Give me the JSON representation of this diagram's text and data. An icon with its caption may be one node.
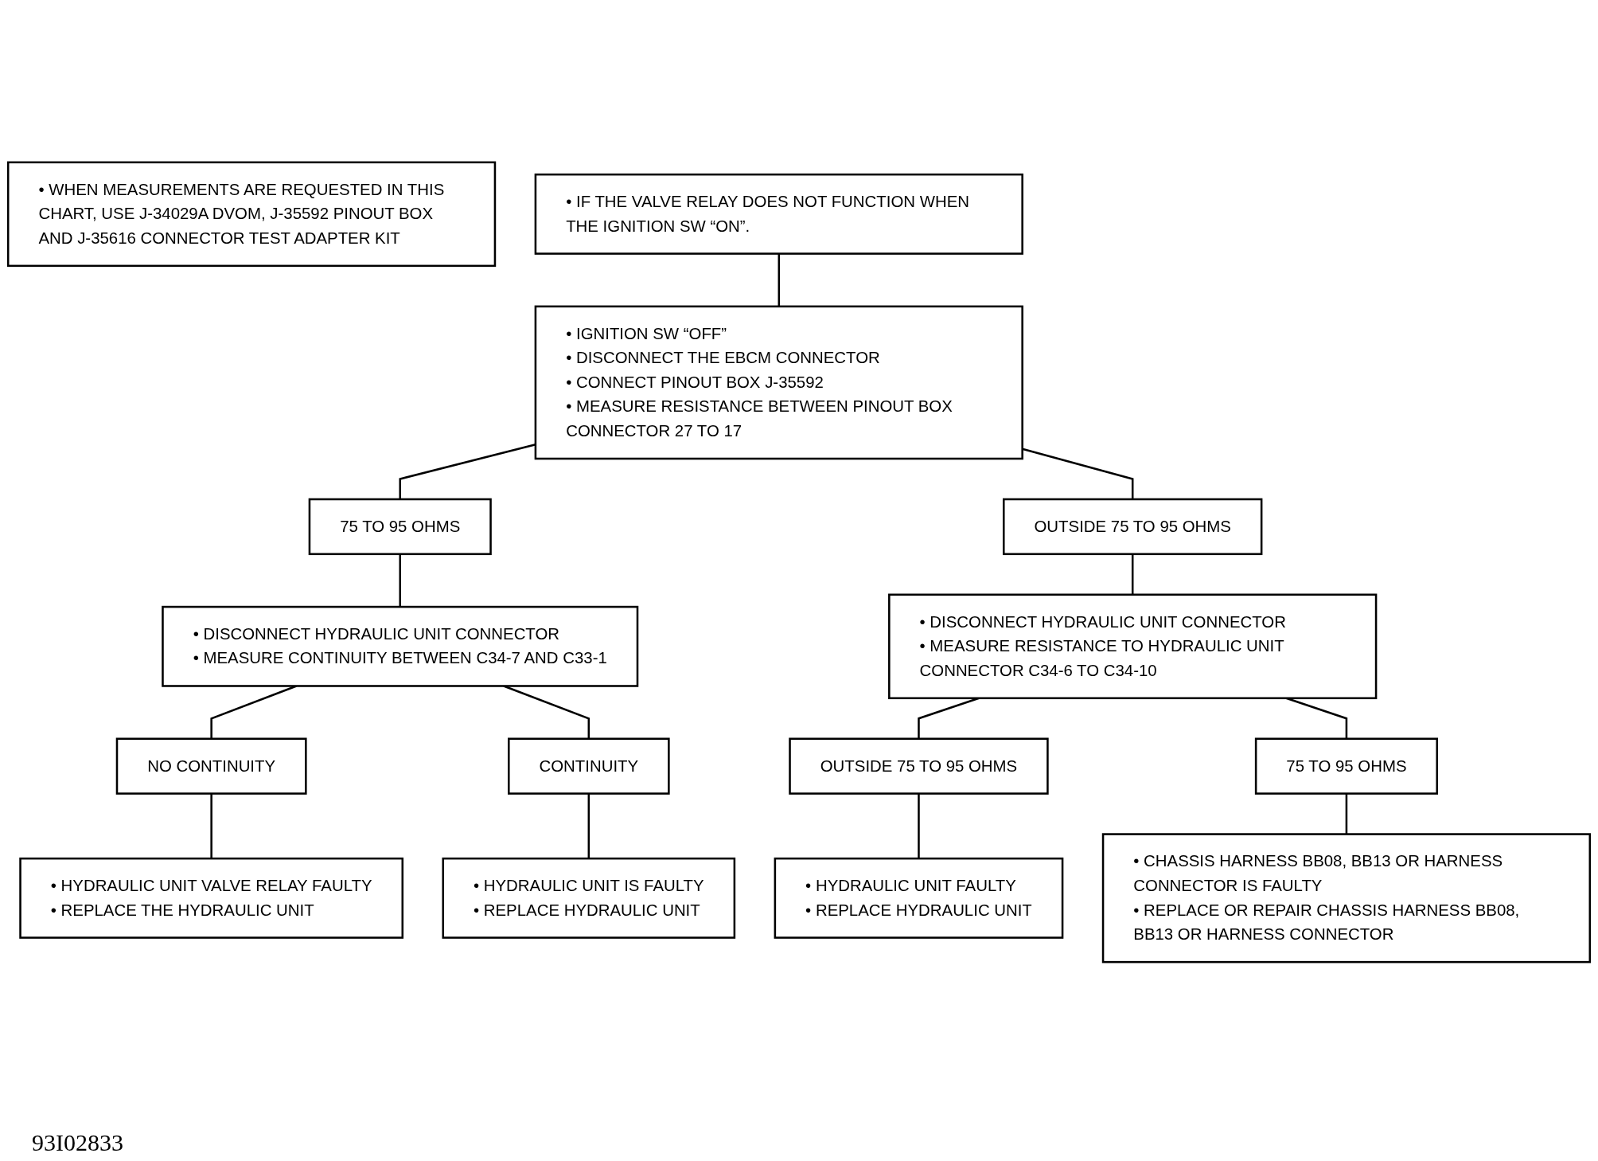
{
  "diagram": {
    "nodes": [
      {
        "text": [
          "• WHEN MEASUREMENTS ARE REQUESTED IN THIS CHART, USE J-34029A DVOM, J-35592 PINOUT BOX AND J-35616 CONNECTOR TEST ADAPTER KIT"
        ]
      },
      {
        "text": [
          "• IF THE VALVE RELAY DOES NOT FUNCTION WHEN THE IGNITION SW “ON”."
        ]
      },
      {
        "text": [
          "• IGNITION SW “OFF”",
          "• DISCONNECT THE EBCM CONNECTOR",
          "• CONNECT PINOUT BOX J-35592",
          "• MEASURE RESISTANCE BETWEEN PINOUT BOX CONNECTOR 27 TO 17"
        ]
      },
      {
        "text": [
          "75 TO 95 OHMS"
        ]
      },
      {
        "text": [
          "OUTSIDE 75 TO 95 OHMS"
        ]
      },
      {
        "text": [
          "• DISCONNECT HYDRAULIC UNIT CONNECTOR",
          "• MEASURE CONTINUITY BETWEEN C34-7 AND C33-1"
        ]
      },
      {
        "text": [
          "• DISCONNECT HYDRAULIC UNIT CONNECTOR",
          "• MEASURE RESISTANCE TO HYDRAULIC UNIT CONNECTOR C34-6 TO C34-10"
        ]
      },
      {
        "text": [
          "NO CONTINUITY"
        ]
      },
      {
        "text": [
          "CONTINUITY"
        ]
      },
      {
        "text": [
          "OUTSIDE 75 TO 95 OHMS"
        ]
      },
      {
        "text": [
          "75 TO 95 OHMS"
        ]
      },
      {
        "text": [
          "• HYDRAULIC UNIT VALVE RELAY FAULTY",
          "• REPLACE THE HYDRAULIC UNIT"
        ]
      },
      {
        "text": [
          "• HYDRAULIC UNIT IS FAULTY",
          "• REPLACE HYDRAULIC UNIT"
        ]
      },
      {
        "text": [
          "• HYDRAULIC UNIT FAULTY",
          "• REPLACE HYDRAULIC UNIT"
        ]
      },
      {
        "text": [
          "• CHASSIS HARNESS BB08, BB13 OR HARNESS CONNECTOR IS FAULTY",
          "• REPLACE OR REPAIR CHASSIS HARNESS BB08, BB13 OR HARNESS CONNECTOR"
        ]
      }
    ],
    "edges": [
      {
        "from": 1,
        "to": 2,
        "arrow": "none"
      },
      {
        "from": 2,
        "to": 3,
        "arrow": "none"
      },
      {
        "from": 2,
        "to": 4,
        "arrow": "none"
      },
      {
        "from": 3,
        "to": 5,
        "arrow": "none"
      },
      {
        "from": 4,
        "to": 6,
        "arrow": "none"
      },
      {
        "from": 5,
        "to": 7,
        "arrow": "none"
      },
      {
        "from": 5,
        "to": 8,
        "arrow": "none"
      },
      {
        "from": 6,
        "to": 9,
        "arrow": "none"
      },
      {
        "from": 6,
        "to": 10,
        "arrow": "none"
      },
      {
        "from": 7,
        "to": 11,
        "arrow": "none"
      },
      {
        "from": 8,
        "to": 12,
        "arrow": "none"
      },
      {
        "from": 9,
        "to": 13,
        "arrow": "none"
      },
      {
        "from": 10,
        "to": 14,
        "arrow": "none"
      }
    ],
    "labels": [
      "93I02833"
    ]
  }
}
